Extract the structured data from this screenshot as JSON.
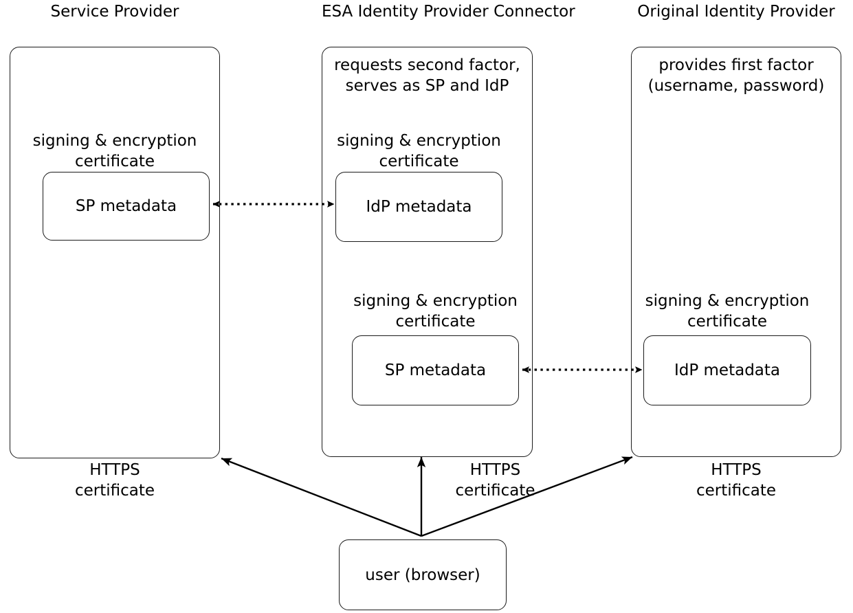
{
  "diagram": {
    "title_row": [
      {
        "label": "Service Provider"
      },
      {
        "label": "ESA Identity Provider Connector"
      },
      {
        "label": "Original Identity Provider"
      }
    ],
    "service_provider": {
      "cert_label_line1": "signing & encryption",
      "cert_label_line2": "certificate",
      "metadata_box": "SP metadata",
      "https_line1": "HTTPS",
      "https_line2": "certificate"
    },
    "esa_connector": {
      "note_line1": "requests second factor,",
      "note_line2": "serves as SP and IdP",
      "idp_cert_line1": "signing & encryption",
      "idp_cert_line2": "certificate",
      "idp_metadata_box": "IdP metadata",
      "sp_cert_line1": "signing & encryption",
      "sp_cert_line2": "certificate",
      "sp_metadata_box": "SP metadata",
      "https_line1": "HTTPS",
      "https_line2": "certificate"
    },
    "original_idp": {
      "note_line1": "provides first factor",
      "note_line2": "(username, password)",
      "cert_label_line1": "signing & encryption",
      "cert_label_line2": "certificate",
      "metadata_box": "IdP metadata",
      "https_line1": "HTTPS",
      "https_line2": "certificate"
    },
    "user": {
      "label": "user (browser)"
    },
    "connectors": [
      {
        "name": "sp-metadata-to-idp-metadata",
        "style": "dotted",
        "direction": "bidirectional"
      },
      {
        "name": "esa-sp-metadata-to-original-idp-metadata",
        "style": "dotted",
        "direction": "bidirectional"
      },
      {
        "name": "user-to-service-provider",
        "style": "solid",
        "direction": "to-target"
      },
      {
        "name": "user-to-esa-connector",
        "style": "solid",
        "direction": "to-target"
      },
      {
        "name": "user-to-original-idp",
        "style": "solid",
        "direction": "to-target"
      }
    ],
    "colors": {
      "stroke": "#1a1a1a",
      "background": "#ffffff",
      "text": "#000000"
    }
  }
}
